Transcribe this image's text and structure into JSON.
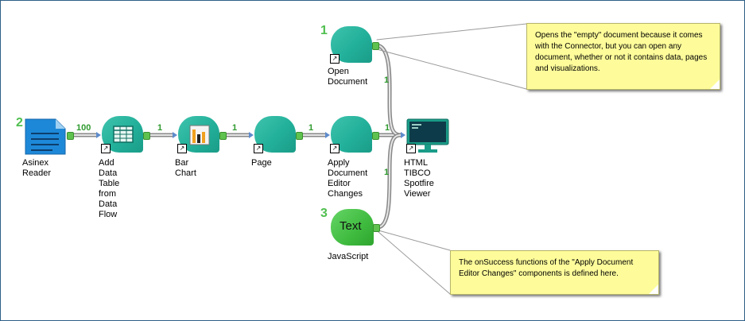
{
  "nodes": {
    "asinex": {
      "label": "Asinex Reader",
      "number": "2"
    },
    "add_table": {
      "label": "Add Data Table\nfrom Data Flow"
    },
    "bar_chart": {
      "label": "Bar Chart"
    },
    "page": {
      "label": "Page"
    },
    "apply": {
      "label": "Apply\nDocument\nEditor Changes"
    },
    "viewer": {
      "label": "HTML TIBCO\nSpotfire Viewer"
    },
    "open_doc": {
      "label": "Open Document",
      "number": "1"
    },
    "javascript": {
      "label": "JavaScript",
      "number": "3",
      "icon_text": "Text"
    }
  },
  "edge_counts": {
    "asinex_to_add": "100",
    "add_to_bar": "1",
    "bar_to_page": "1",
    "page_to_apply": "1",
    "apply_to_viewer": "1",
    "open_to_viewer": "1",
    "js_to_viewer": "1"
  },
  "notes": {
    "top": "Opens the \"empty\" document because it comes with the Connector, but you can open any document, whether or not it contains data, pages and visualizations.",
    "bottom": "The onSuccess functions of the \"Apply Document Editor Changes\" components is defined here."
  },
  "colors": {
    "teal": "#22b09a",
    "green_node": "#4cc34c",
    "note_bg": "#fefc9a",
    "port_green": "#5fc24f",
    "step_number": "#4fbf4f"
  }
}
